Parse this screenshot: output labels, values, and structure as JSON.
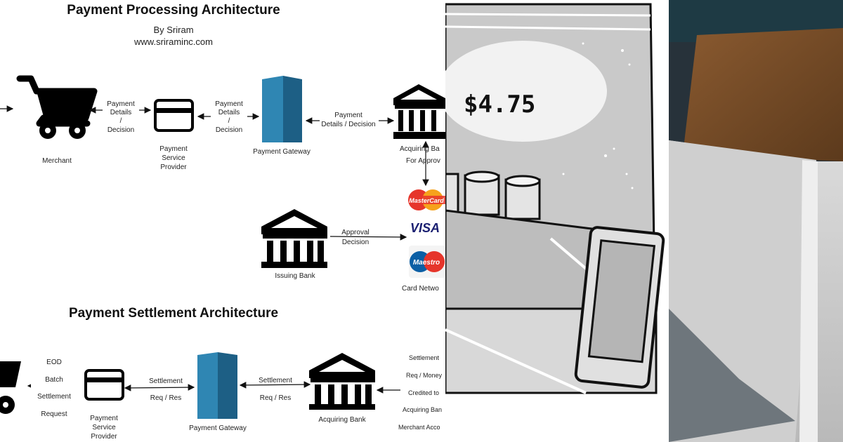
{
  "processing": {
    "title": "Payment Processing Architecture",
    "byline": "By Sriram",
    "website": "www.sriraminc.com",
    "merchant": "Merchant",
    "psp": [
      "Payment",
      "Service",
      "Provider"
    ],
    "gateway": "Payment Gateway",
    "acquiring_bank": "Acquiring Ba",
    "for_approval": "For Approv",
    "issuing_bank": "Issuing Bank",
    "card_network": "Card Netwo",
    "link_merchant_psp": [
      "Payment",
      "Details",
      "/",
      "Decision"
    ],
    "link_psp_gateway": [
      "Payment",
      "Details",
      "/",
      "Decision"
    ],
    "link_gateway_acq": [
      "Payment",
      "Details / Decision"
    ],
    "link_issuing_network": [
      "Approval",
      "Decision"
    ],
    "card_brands": {
      "mastercard": "MasterCard",
      "visa": "VISA",
      "maestro": "Maestro"
    }
  },
  "settlement": {
    "title": "Payment Settlement Architecture",
    "eod_request": [
      "EOD",
      "Batch",
      "Settlement",
      "Request"
    ],
    "psp": [
      "Payment",
      "Service",
      "Provider"
    ],
    "gateway": "Payment Gateway",
    "acquiring_bank": "Acquiring Bank",
    "link_psp_gateway": [
      "Settlement",
      "Req / Res"
    ],
    "link_gateway_acq": [
      "Settlement",
      "Req / Res"
    ],
    "network_note": [
      "Settlement",
      "Req / Money",
      "Credited to",
      "Acquiring Ban",
      "Merchant Acco"
    ]
  },
  "comic": {
    "price": "$4.75"
  },
  "colors": {
    "gateway_front": "#2f86b3",
    "gateway_side": "#1d5f85",
    "mastercard_red": "#e6352b",
    "mastercard_orange": "#f6a21c",
    "visa_blue": "#1a1f71",
    "maestro_blue": "#0b5fa5",
    "comic_gray": "#c9c9c9"
  }
}
